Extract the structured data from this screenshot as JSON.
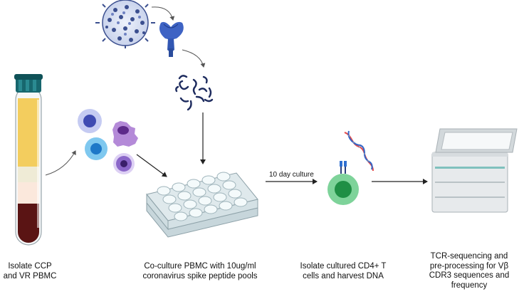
{
  "steps": [
    {
      "caption": "Isolate CCP\nand VR PBMC"
    },
    {
      "caption": "Co-culture PBMC with 10ug/ml\ncoronavirus spike peptide pools"
    },
    {
      "caption": "Isolate cultured CD4+ T\ncells and harvest DNA"
    },
    {
      "caption": "TCR-sequencing and\npre-processing for Vβ\nCDR3 sequences and\nfrequency"
    }
  ],
  "arrows": {
    "culture_label": "10 day culture"
  },
  "colors": {
    "blood_plasma": "#f3cd5e",
    "buffy_coat": "#efebd6",
    "red_cells": "#5a1414",
    "tube_cap": "#17676e",
    "virus": "#3b4f8f",
    "spike_protein": "#3e63c4",
    "peptides": "#1d2b5e",
    "plate": "#dfe9ec",
    "t_cell": "#3bb061",
    "dna_red": "#e34a4a",
    "dna_blue": "#3366c7",
    "sequencer": "#e7eaec"
  }
}
